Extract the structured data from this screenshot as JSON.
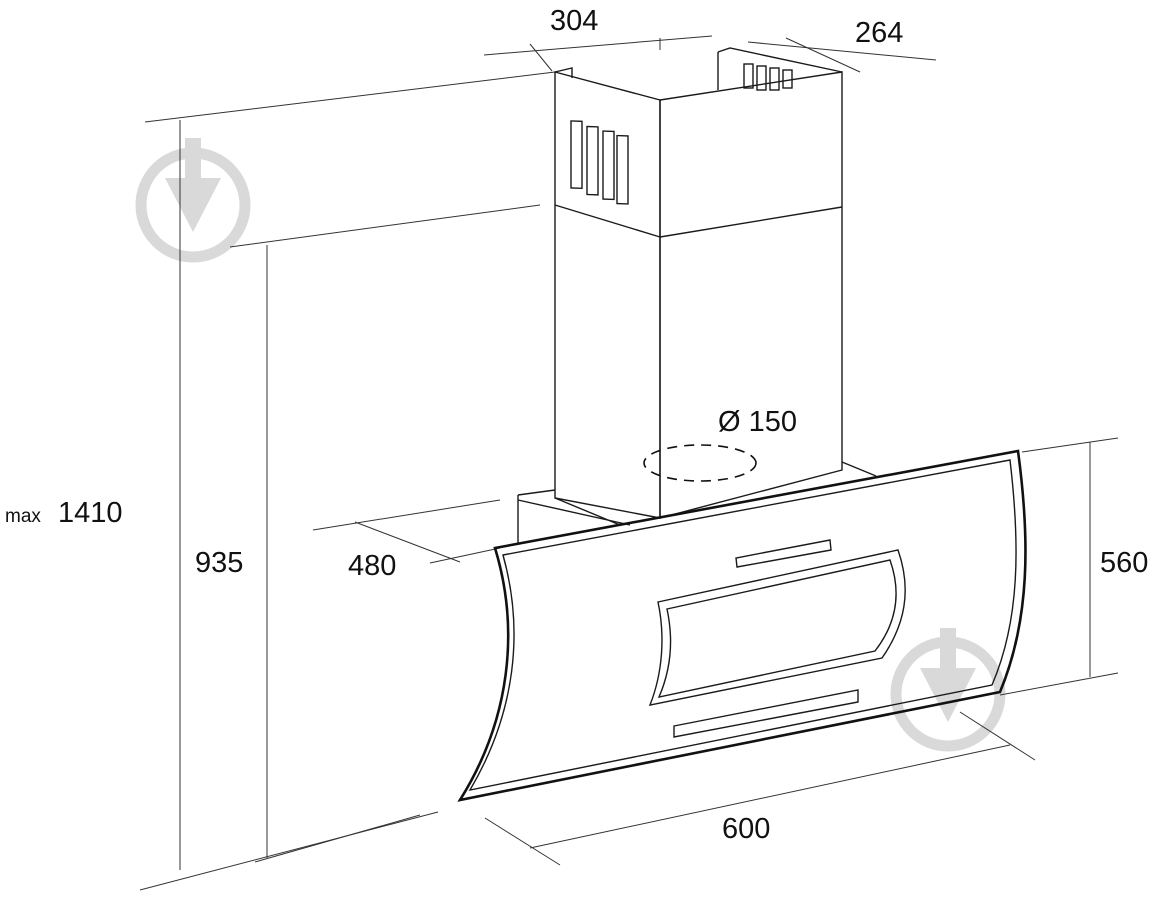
{
  "dimensions": {
    "chimney_width": "304",
    "chimney_depth": "264",
    "max_height_prefix": "max",
    "max_height": "1410",
    "min_height": "935",
    "hood_depth": "480",
    "panel_height": "560",
    "width": "600",
    "duct_diameter": "Ø 150"
  },
  "colors": {
    "line": "#1a1a1a",
    "watermark": "#d9d9d9",
    "background": "#ffffff"
  },
  "icons": [
    "watermark-logo-icon"
  ]
}
